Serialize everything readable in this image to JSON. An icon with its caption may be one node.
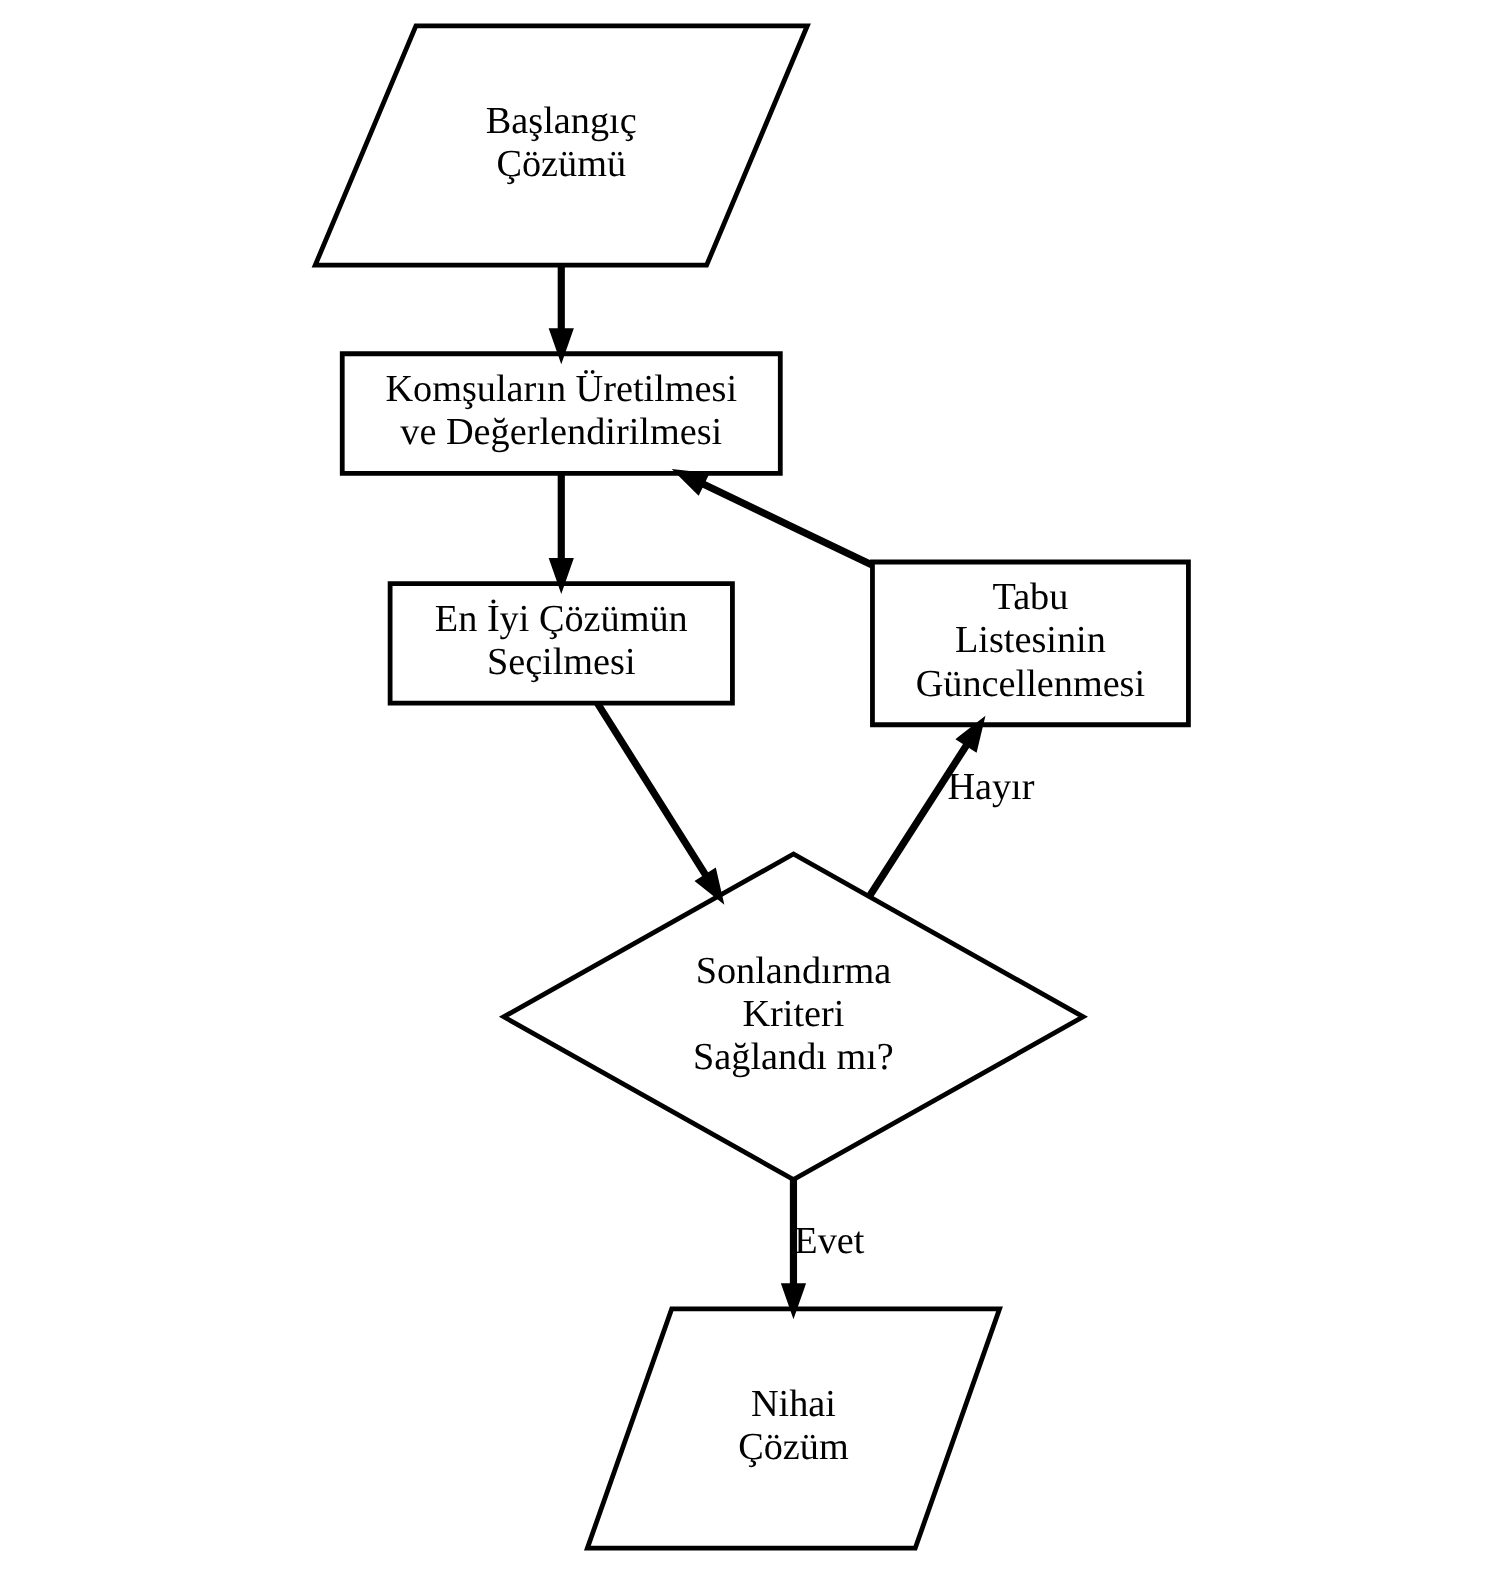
{
  "diagram": {
    "nodes": [
      {
        "text": [
          "Başlangıç Çözümü"
        ]
      },
      {
        "text": [
          "Komşuların Üretilmesi ve Değerlendirilmesi"
        ]
      },
      {
        "text": [
          "En İyi Çözümün Seçilmesi"
        ]
      },
      {
        "text": [
          "Sonlandırma Kriteri Sağlandı mı?"
        ]
      },
      {
        "text": [
          "Tabu Listesinin Güncellenmesi"
        ]
      },
      {
        "text": [
          "Nihai Çözüm"
        ]
      }
    ],
    "edges": [
      {
        "from": 0,
        "to": 1,
        "arrow": "to"
      },
      {
        "from": 1,
        "to": 2,
        "arrow": "to"
      },
      {
        "from": 2,
        "to": 3,
        "arrow": "to"
      },
      {
        "from": 3,
        "to": 4,
        "arrow": "to",
        "label": "Hayır"
      },
      {
        "from": 4,
        "to": 1,
        "arrow": "to"
      },
      {
        "from": 3,
        "to": 5,
        "arrow": "to",
        "label": "Evet"
      }
    ]
  }
}
